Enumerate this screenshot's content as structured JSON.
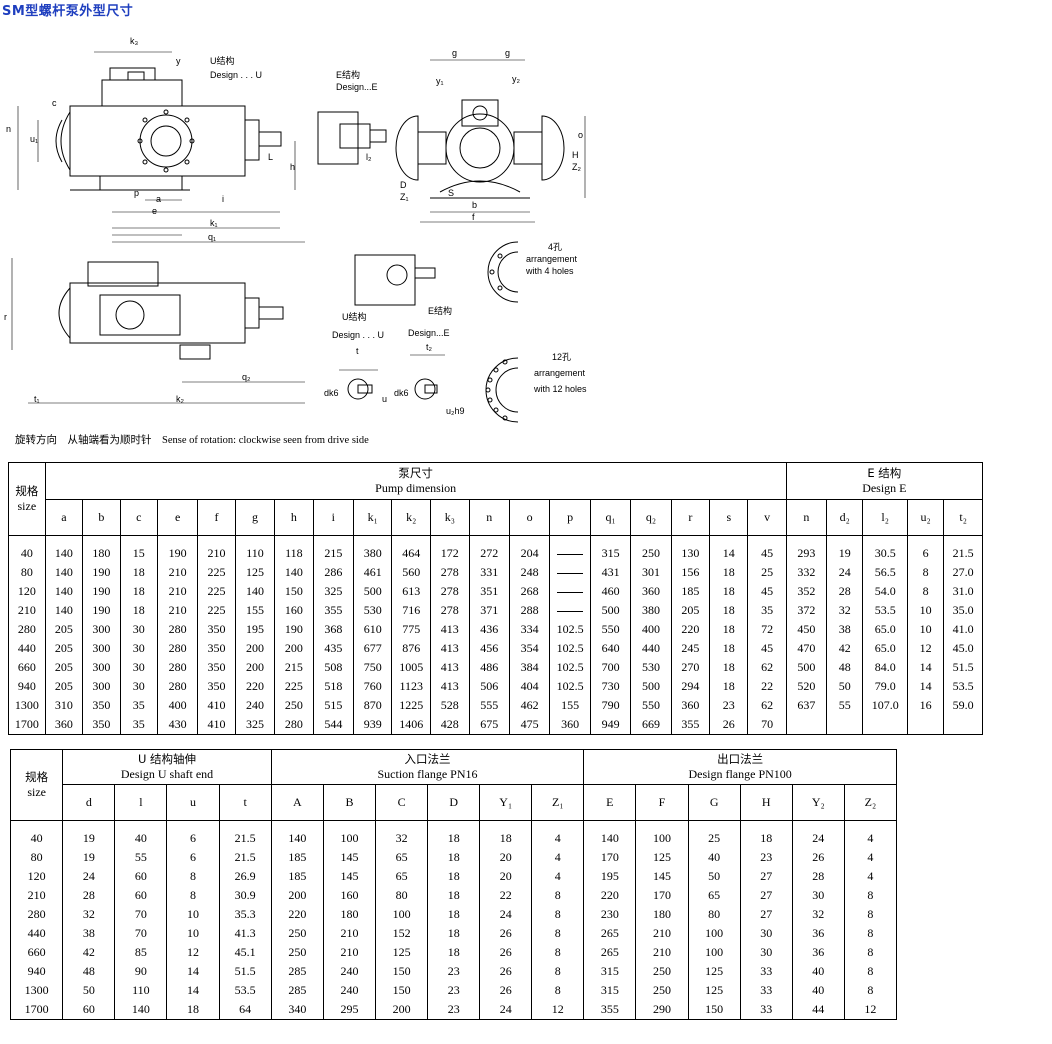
{
  "page": {
    "title": "SM型螺杆泵外型尺寸"
  },
  "drawing": {
    "labels": {
      "k3": "k₃",
      "y": "y",
      "u_design": "U结构",
      "design_u": "Design . . . U",
      "e_design": "E结构",
      "design_e": "Design...E",
      "g1": "g",
      "g2": "g",
      "y1": "y₁",
      "y2": "y₂",
      "n": "n",
      "c": "c",
      "u1": "u₁",
      "L": "L",
      "h": "h",
      "l2": "l₂",
      "o": "o",
      "H": "H",
      "Z2": "Z₂",
      "D": "D",
      "Z1": "Z₁",
      "S": "S",
      "p": "p",
      "a": "a",
      "e": "e",
      "i": "i",
      "k1": "k₁",
      "b": "b",
      "f": "f",
      "q1": "q₁",
      "r": "r",
      "q2": "q₂",
      "t1": "t₁",
      "k2": "k₂",
      "t": "t",
      "t2": "t₂",
      "u": "u",
      "dk6": "dk6",
      "dk6b": "dk6",
      "u2h9": "u₂h9",
      "u_design2": "U结构",
      "design_u2": "Design . . . U",
      "e_design2": "E结构",
      "design_e2": "Design...E",
      "holes4": "4孔",
      "holes4_a": "arrangement",
      "holes4_b": "with 4 holes",
      "holes12": "12孔",
      "holes12_a": "arrangement",
      "holes12_b": "with 12 holes"
    }
  },
  "rotation_note": "旋转方向　从轴端看为顺时针　Sense of rotation: clockwise seen from drive side",
  "table1": {
    "size_label_cn": "规格",
    "size_label_en": "size",
    "pump_group_cn": "泵尺寸",
    "pump_group_en": "Pump dimension",
    "e_group_cn": "E 结构",
    "e_group_en": "Design E",
    "cols": [
      "a",
      "b",
      "c",
      "e",
      "f",
      "g",
      "h",
      "i",
      "k₁",
      "k₂",
      "k₃",
      "n",
      "o",
      "p",
      "q₁",
      "q₂",
      "r",
      "s",
      "v",
      "n",
      "d₂",
      "l₂",
      "u₂",
      "t₂"
    ],
    "rows": [
      [
        "40",
        "140",
        "180",
        "15",
        "190",
        "210",
        "110",
        "118",
        "215",
        "380",
        "464",
        "172",
        "272",
        "204",
        "—",
        "315",
        "250",
        "130",
        "14",
        "45",
        "293",
        "19",
        "30.5",
        "6",
        "21.5"
      ],
      [
        "80",
        "140",
        "190",
        "18",
        "210",
        "225",
        "125",
        "140",
        "286",
        "461",
        "560",
        "278",
        "331",
        "248",
        "—",
        "431",
        "301",
        "156",
        "18",
        "25",
        "332",
        "24",
        "56.5",
        "8",
        "27.0"
      ],
      [
        "120",
        "140",
        "190",
        "18",
        "210",
        "225",
        "140",
        "150",
        "325",
        "500",
        "613",
        "278",
        "351",
        "268",
        "—",
        "460",
        "360",
        "185",
        "18",
        "45",
        "352",
        "28",
        "54.0",
        "8",
        "31.0"
      ],
      [
        "210",
        "140",
        "190",
        "18",
        "210",
        "225",
        "155",
        "160",
        "355",
        "530",
        "716",
        "278",
        "371",
        "288",
        "—",
        "500",
        "380",
        "205",
        "18",
        "35",
        "372",
        "32",
        "53.5",
        "10",
        "35.0"
      ],
      [
        "280",
        "205",
        "300",
        "30",
        "280",
        "350",
        "195",
        "190",
        "368",
        "610",
        "775",
        "413",
        "436",
        "334",
        "102.5",
        "550",
        "400",
        "220",
        "18",
        "72",
        "450",
        "38",
        "65.0",
        "10",
        "41.0"
      ],
      [
        "440",
        "205",
        "300",
        "30",
        "280",
        "350",
        "200",
        "200",
        "435",
        "677",
        "876",
        "413",
        "456",
        "354",
        "102.5",
        "640",
        "440",
        "245",
        "18",
        "45",
        "470",
        "42",
        "65.0",
        "12",
        "45.0"
      ],
      [
        "660",
        "205",
        "300",
        "30",
        "280",
        "350",
        "200",
        "215",
        "508",
        "750",
        "1005",
        "413",
        "486",
        "384",
        "102.5",
        "700",
        "530",
        "270",
        "18",
        "62",
        "500",
        "48",
        "84.0",
        "14",
        "51.5"
      ],
      [
        "940",
        "205",
        "300",
        "30",
        "280",
        "350",
        "220",
        "225",
        "518",
        "760",
        "1123",
        "413",
        "506",
        "404",
        "102.5",
        "730",
        "500",
        "294",
        "18",
        "22",
        "520",
        "50",
        "79.0",
        "14",
        "53.5"
      ],
      [
        "1300",
        "310",
        "350",
        "35",
        "400",
        "410",
        "240",
        "250",
        "515",
        "870",
        "1225",
        "528",
        "555",
        "462",
        "155",
        "790",
        "550",
        "360",
        "23",
        "62",
        "637",
        "55",
        "107.0",
        "16",
        "59.0"
      ],
      [
        "1700",
        "360",
        "350",
        "35",
        "430",
        "410",
        "325",
        "280",
        "544",
        "939",
        "1406",
        "428",
        "675",
        "475",
        "360",
        "949",
        "669",
        "355",
        "26",
        "70",
        "",
        "",
        "",
        "",
        ""
      ]
    ]
  },
  "table2": {
    "size_label_cn": "规格",
    "size_label_en": "size",
    "u_group_cn": "U 结构轴伸",
    "u_group_en": "Design U shaft end",
    "in_group_cn": "入口法兰",
    "in_group_en": "Suction flange PN16",
    "out_group_cn": "出口法兰",
    "out_group_en": "Design flange PN100",
    "cols": [
      "d",
      "l",
      "u",
      "t",
      "A",
      "B",
      "C",
      "D",
      "Y₁",
      "Z₁",
      "E",
      "F",
      "G",
      "H",
      "Y₂",
      "Z₂"
    ],
    "rows": [
      [
        "40",
        "19",
        "40",
        "6",
        "21.5",
        "140",
        "100",
        "32",
        "18",
        "18",
        "4",
        "140",
        "100",
        "25",
        "18",
        "24",
        "4"
      ],
      [
        "80",
        "19",
        "55",
        "6",
        "21.5",
        "185",
        "145",
        "65",
        "18",
        "20",
        "4",
        "170",
        "125",
        "40",
        "23",
        "26",
        "4"
      ],
      [
        "120",
        "24",
        "60",
        "8",
        "26.9",
        "185",
        "145",
        "65",
        "18",
        "20",
        "4",
        "195",
        "145",
        "50",
        "27",
        "28",
        "4"
      ],
      [
        "210",
        "28",
        "60",
        "8",
        "30.9",
        "200",
        "160",
        "80",
        "18",
        "22",
        "8",
        "220",
        "170",
        "65",
        "27",
        "30",
        "8"
      ],
      [
        "280",
        "32",
        "70",
        "10",
        "35.3",
        "220",
        "180",
        "100",
        "18",
        "24",
        "8",
        "230",
        "180",
        "80",
        "27",
        "32",
        "8"
      ],
      [
        "440",
        "38",
        "70",
        "10",
        "41.3",
        "250",
        "210",
        "152",
        "18",
        "26",
        "8",
        "265",
        "210",
        "100",
        "30",
        "36",
        "8"
      ],
      [
        "660",
        "42",
        "85",
        "12",
        "45.1",
        "250",
        "210",
        "125",
        "18",
        "26",
        "8",
        "265",
        "210",
        "100",
        "30",
        "36",
        "8"
      ],
      [
        "940",
        "48",
        "90",
        "14",
        "51.5",
        "285",
        "240",
        "150",
        "23",
        "26",
        "8",
        "315",
        "250",
        "125",
        "33",
        "40",
        "8"
      ],
      [
        "1300",
        "50",
        "110",
        "14",
        "53.5",
        "285",
        "240",
        "150",
        "23",
        "26",
        "8",
        "315",
        "250",
        "125",
        "33",
        "40",
        "8"
      ],
      [
        "1700",
        "60",
        "140",
        "18",
        "64",
        "340",
        "295",
        "200",
        "23",
        "24",
        "12",
        "355",
        "290",
        "150",
        "33",
        "44",
        "12"
      ]
    ]
  }
}
